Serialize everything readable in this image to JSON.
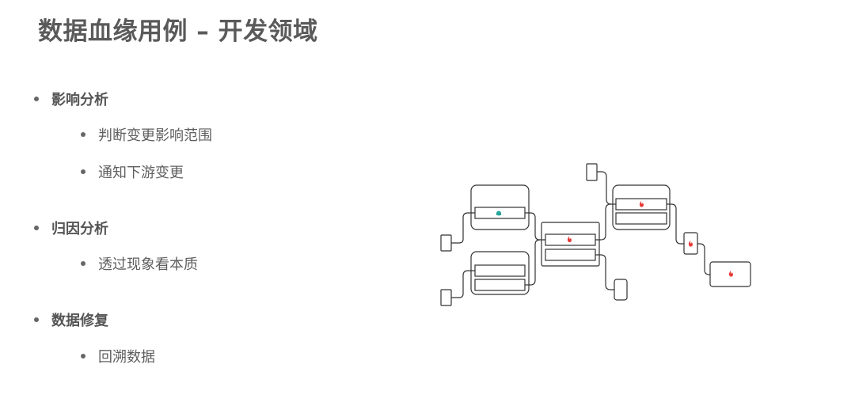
{
  "slide": {
    "title": "数据血缘用例 – 开发领域"
  },
  "bullets": [
    {
      "level": 1,
      "text": "影响分析"
    },
    {
      "level": 2,
      "text": "判断变更影响范围"
    },
    {
      "level": 2,
      "text": "通知下游变更"
    },
    {
      "level": 1,
      "text": "归因分析"
    },
    {
      "level": 2,
      "text": "透过现象看本质"
    },
    {
      "level": 1,
      "text": "数据修复"
    },
    {
      "level": 2,
      "text": "回溯数据"
    }
  ],
  "diagram": {
    "icons": {
      "source_marker": "cloud-icon",
      "problem_marker": "fire-icon"
    },
    "colors": {
      "line": "#333333",
      "fire": "#e53935",
      "cloud": "#26a69a"
    }
  }
}
